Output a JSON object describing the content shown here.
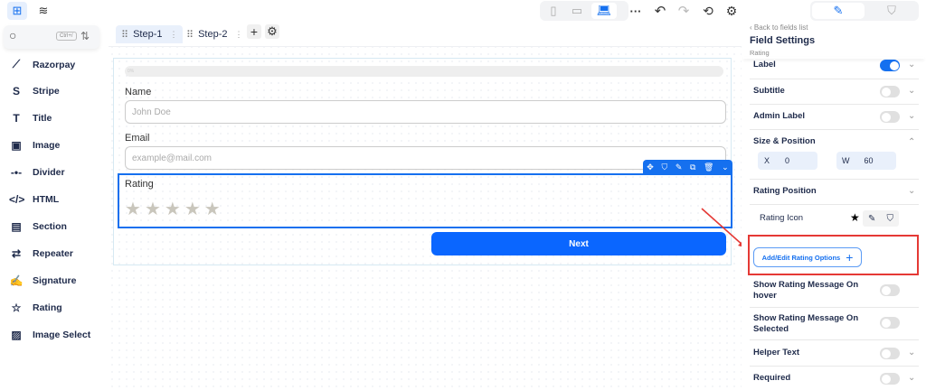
{
  "toolbar": {
    "add_icon": "plus-square-icon",
    "layers_icon": "layers-icon",
    "devices": [
      "mobile",
      "tablet",
      "desktop"
    ],
    "active_device": "desktop"
  },
  "search": {
    "placeholder": "",
    "shortcut": "Ctrl+/"
  },
  "sidebar": {
    "items": [
      {
        "label": "Razorpay",
        "icon": "razorpay-icon",
        "glyph": "⟋"
      },
      {
        "label": "Stripe",
        "icon": "stripe-icon",
        "glyph": "S"
      },
      {
        "label": "Title",
        "icon": "title-icon",
        "glyph": "T"
      },
      {
        "label": "Image",
        "icon": "image-icon",
        "glyph": "▣"
      },
      {
        "label": "Divider",
        "icon": "divider-icon",
        "glyph": "-•-"
      },
      {
        "label": "HTML",
        "icon": "code-icon",
        "glyph": "</>"
      },
      {
        "label": "Section",
        "icon": "section-icon",
        "glyph": "▤"
      },
      {
        "label": "Repeater",
        "icon": "repeat-icon",
        "glyph": "⇄"
      },
      {
        "label": "Signature",
        "icon": "signature-icon",
        "glyph": "✍"
      },
      {
        "label": "Rating",
        "icon": "star-icon",
        "glyph": "☆"
      },
      {
        "label": "Image Select",
        "icon": "image-select-icon",
        "glyph": "▨"
      }
    ]
  },
  "steps": [
    {
      "label": "Step-1",
      "active": true
    },
    {
      "label": "Step-2",
      "active": false
    }
  ],
  "form": {
    "progress": "0%",
    "progress_value": 0,
    "name_label": "Name",
    "name_placeholder": "John Doe",
    "email_label": "Email",
    "email_placeholder": "example@mail.com",
    "rating_label": "Rating",
    "stars": 5,
    "next_label": "Next"
  },
  "panel": {
    "back": "Back to fields list",
    "title": "Field Settings",
    "subtitle": "Rating",
    "label": "Label",
    "label_on": true,
    "subtitle_row": "Subtitle",
    "admin_label": "Admin Label",
    "size_position": "Size & Position",
    "x_label": "X",
    "x_value": "0",
    "w_label": "W",
    "w_value": "60",
    "rating_position": "Rating Position",
    "rating_icon": "Rating Icon",
    "add_edit": "Add/Edit Rating Options",
    "hover_msg": "Show Rating Message On hover",
    "selected_msg": "Show Rating Message On Selected",
    "helper": "Helper Text",
    "required": "Required"
  },
  "colors": {
    "accent": "#1570ef",
    "highlight": "#e53935",
    "star": "#c9c6bc"
  }
}
